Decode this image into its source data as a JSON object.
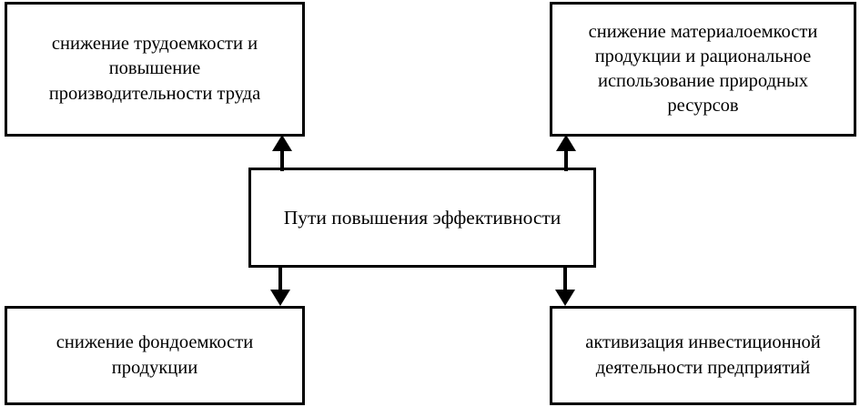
{
  "diagram": {
    "title": "Пути повышения эффективности",
    "nodes": [
      {
        "id": "top-left",
        "text": "снижение трудоемкости и\nповышение\nпроизводительности труда"
      },
      {
        "id": "top-right",
        "text": "снижение материалоемкости\nпродукции и рациональное\nиспользование природных\nресурсов"
      },
      {
        "id": "center",
        "text": "Пути повышения эффективности"
      },
      {
        "id": "bottom-left",
        "text": "снижение фондоемкости\nпродукции"
      },
      {
        "id": "bottom-right",
        "text": "активизация инвестиционной\nдеятельности предприятий"
      }
    ],
    "connectors": [
      {
        "id": "center-to-top-left",
        "direction": "up"
      },
      {
        "id": "center-to-top-right",
        "direction": "up"
      },
      {
        "id": "center-to-bottom-left",
        "direction": "down"
      },
      {
        "id": "center-to-bottom-right",
        "direction": "down"
      }
    ],
    "colors": {
      "stroke": "#000000",
      "background": "#ffffff",
      "text": "#000000"
    }
  }
}
